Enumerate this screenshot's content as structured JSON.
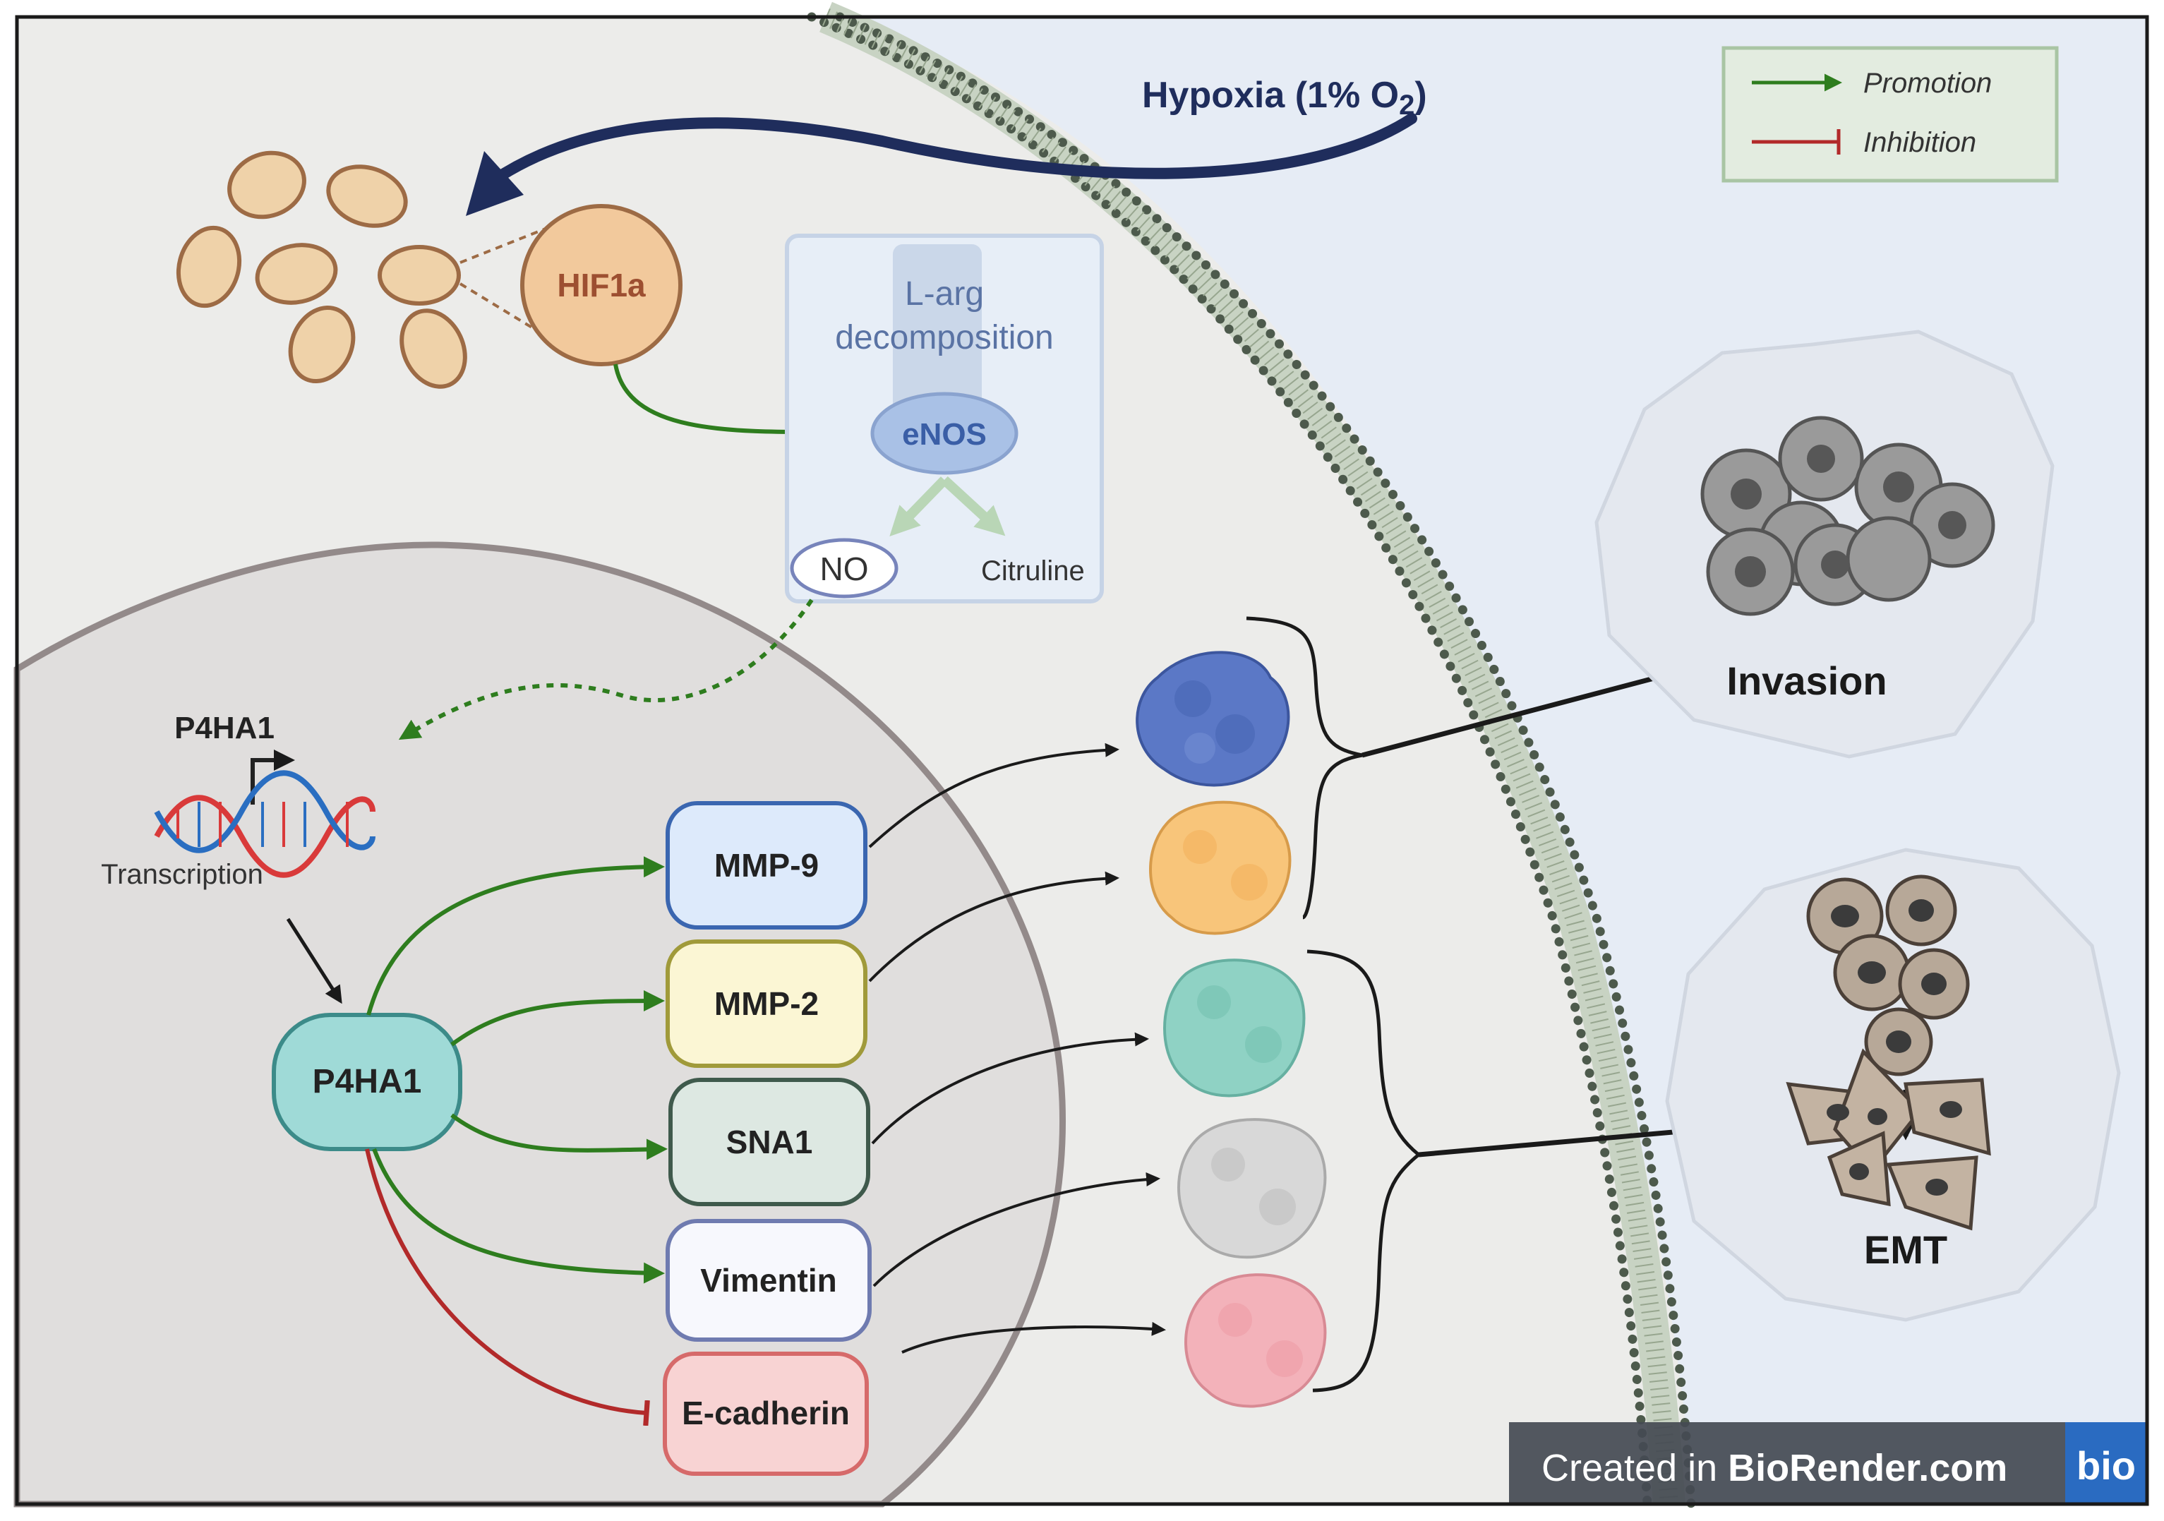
{
  "hypoxia": {
    "label_main": "Hypoxia (1% O",
    "label_sub": "2",
    "label_close": ")"
  },
  "legend": {
    "promotion": "Promotion",
    "inhibition": "Inhibition",
    "promotion_color": "#2e7d1e",
    "inhibition_color": "#b22a2a"
  },
  "hif": {
    "label": "HIF1a"
  },
  "larg": {
    "line1": "L-arg",
    "line2": "decomposition",
    "enos": "eNOS",
    "no": "NO",
    "citruline": "Citruline"
  },
  "nucleus": {
    "gene": "P4HA1",
    "transcription": "Transcription",
    "protein": "P4HA1"
  },
  "targets": [
    {
      "label": "MMP-9",
      "fill": "#ddeafb",
      "stroke": "#3a66b0"
    },
    {
      "label": "MMP-2",
      "fill": "#fbf6d4",
      "stroke": "#a09a3a"
    },
    {
      "label": "SNA1",
      "fill": "#dde8e2",
      "stroke": "#3f5a4c"
    },
    {
      "label": "Vimentin",
      "fill": "#f7f8fd",
      "stroke": "#6f7bb0"
    },
    {
      "label": "E-cadherin",
      "fill": "#f8d3d3",
      "stroke": "#d66a6a"
    }
  ],
  "blob_colors": [
    "#5b78c6",
    "#f8c57a",
    "#8fd2c4",
    "#d8d8d8",
    "#f3b2ba"
  ],
  "outcomes": {
    "invasion": "Invasion",
    "emt": "EMT"
  },
  "watermark": {
    "prefix": "Created in ",
    "brand": "BioRender.com",
    "logo": "bio"
  }
}
